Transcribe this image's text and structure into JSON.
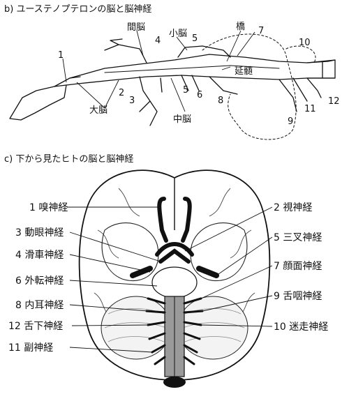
{
  "panel_b": {
    "title": "b) ユーステノプテロンの脳と脳神経",
    "labels": {
      "mesencephalon_top": "間脳",
      "cerebellum": "小脳",
      "pons": "橋",
      "medulla": "延髄",
      "cerebrum": "大脳",
      "midbrain": "中脳",
      "n1": "1",
      "n2": "2",
      "n3": "3",
      "n4": "4",
      "n5a": "5",
      "n5b": "5",
      "n6": "6",
      "n7": "7",
      "n8": "8",
      "n9": "9",
      "n10": "10",
      "n11": "11",
      "n12": "12"
    }
  },
  "panel_c": {
    "title": "c) 下から見たヒトの脳と脳神経",
    "left_labels": [
      "1 嗅神経",
      "3 動眼神経",
      "4 滑車神経",
      "6 外転神経",
      "8 内耳神経",
      "12 舌下神経",
      "11 副神経"
    ],
    "right_labels": [
      "2 視神経",
      "5 三叉神経",
      "7 顔面神経",
      "9 舌咽神経",
      "10 迷走神経"
    ]
  }
}
